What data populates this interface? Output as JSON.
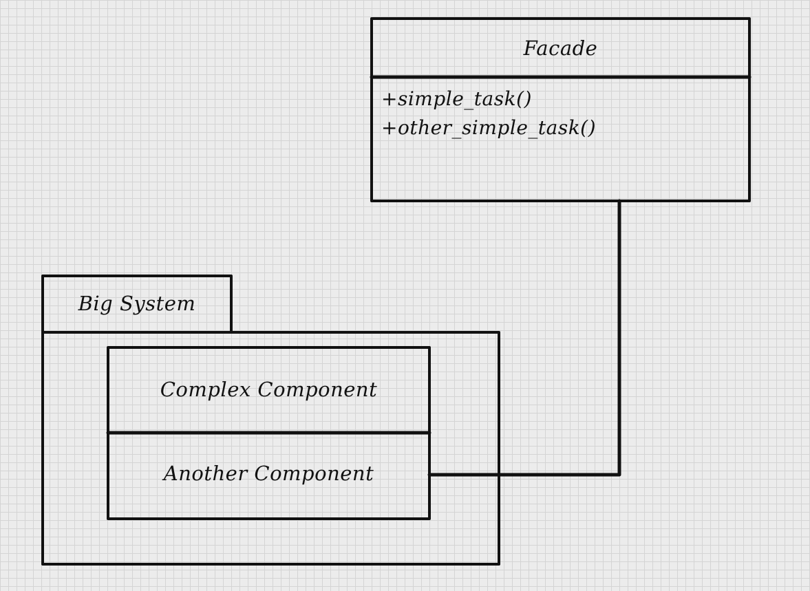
{
  "colors": {
    "background": "#ececec",
    "grid": "#d4d4d4",
    "stroke": "#111111"
  },
  "facade": {
    "name": "Facade",
    "methods": [
      "+simple_task()",
      "+other_simple_task()"
    ]
  },
  "package": {
    "name": "Big System",
    "components": [
      "Complex Component",
      "Another Component"
    ]
  }
}
